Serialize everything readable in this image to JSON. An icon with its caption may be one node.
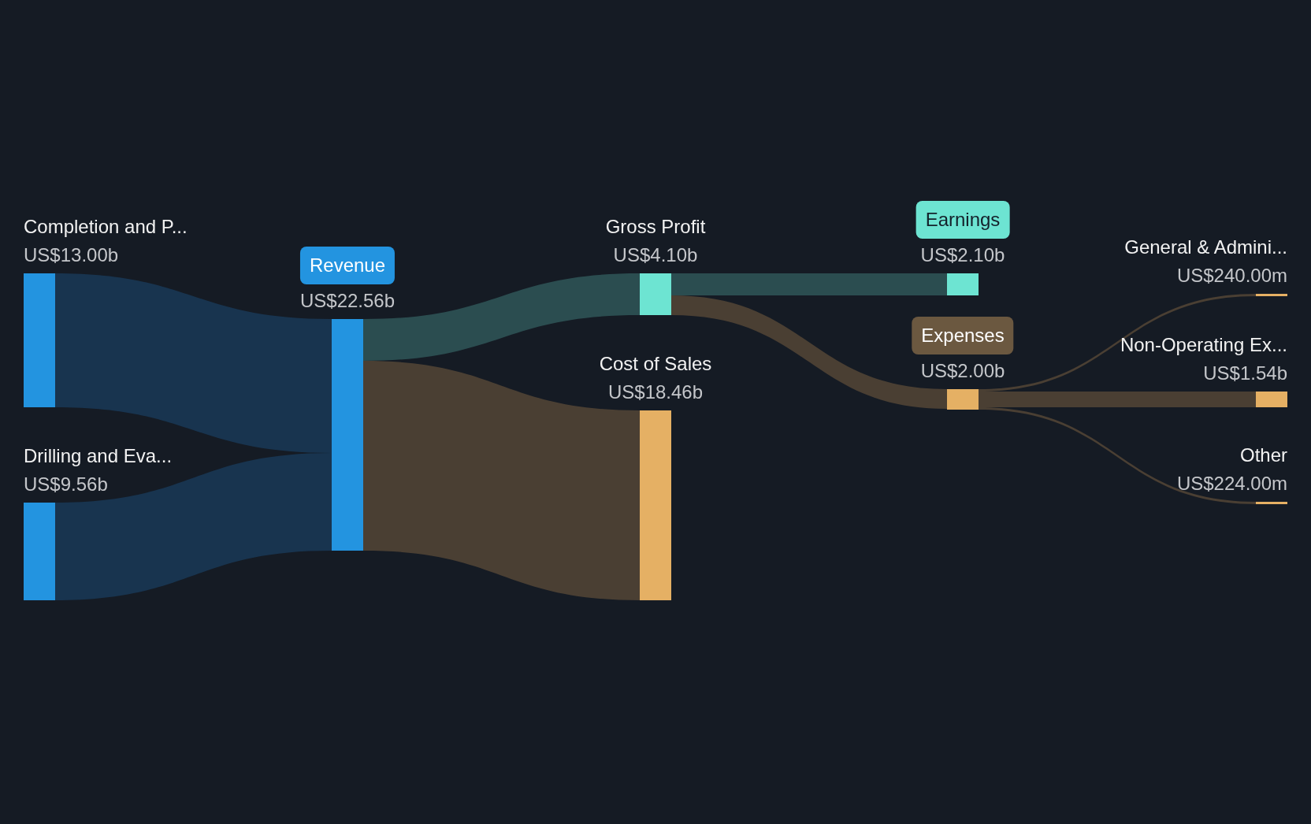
{
  "diagram": {
    "nodes": [
      {
        "text": [
          "Completion and P...",
          "US$13.00b"
        ]
      },
      {
        "text": [
          "Drilling and Eva...",
          "US$9.56b"
        ]
      },
      {
        "text": [
          "Revenue",
          "US$22.56b"
        ]
      },
      {
        "text": [
          "Gross Profit",
          "US$4.10b"
        ]
      },
      {
        "text": [
          "Cost of Sales",
          "US$18.46b"
        ]
      },
      {
        "text": [
          "Earnings",
          "US$2.10b"
        ]
      },
      {
        "text": [
          "Expenses",
          "US$2.00b"
        ]
      },
      {
        "text": [
          "General & Admini...",
          "US$240.00m"
        ]
      },
      {
        "text": [
          "Non-Operating Ex...",
          "US$1.54b"
        ]
      },
      {
        "text": [
          "Other",
          "US$224.00m"
        ]
      }
    ],
    "edges": [
      {
        "from": 0,
        "to": 2,
        "arrow": "none",
        "color": "#18344f"
      },
      {
        "from": 1,
        "to": 2,
        "arrow": "none",
        "color": "#18344f"
      },
      {
        "from": 2,
        "to": 3,
        "arrow": "none",
        "color": "#2b4d50"
      },
      {
        "from": 2,
        "to": 4,
        "arrow": "none"
      },
      {
        "from": 3,
        "to": 5,
        "arrow": "none",
        "color": "#2b4d50"
      },
      {
        "from": 3,
        "to": 6,
        "arrow": "none"
      },
      {
        "from": 6,
        "to": 7,
        "arrow": "none"
      },
      {
        "from": 6,
        "to": 8,
        "arrow": "none"
      },
      {
        "from": 6,
        "to": 9,
        "arrow": "none"
      }
    ]
  }
}
